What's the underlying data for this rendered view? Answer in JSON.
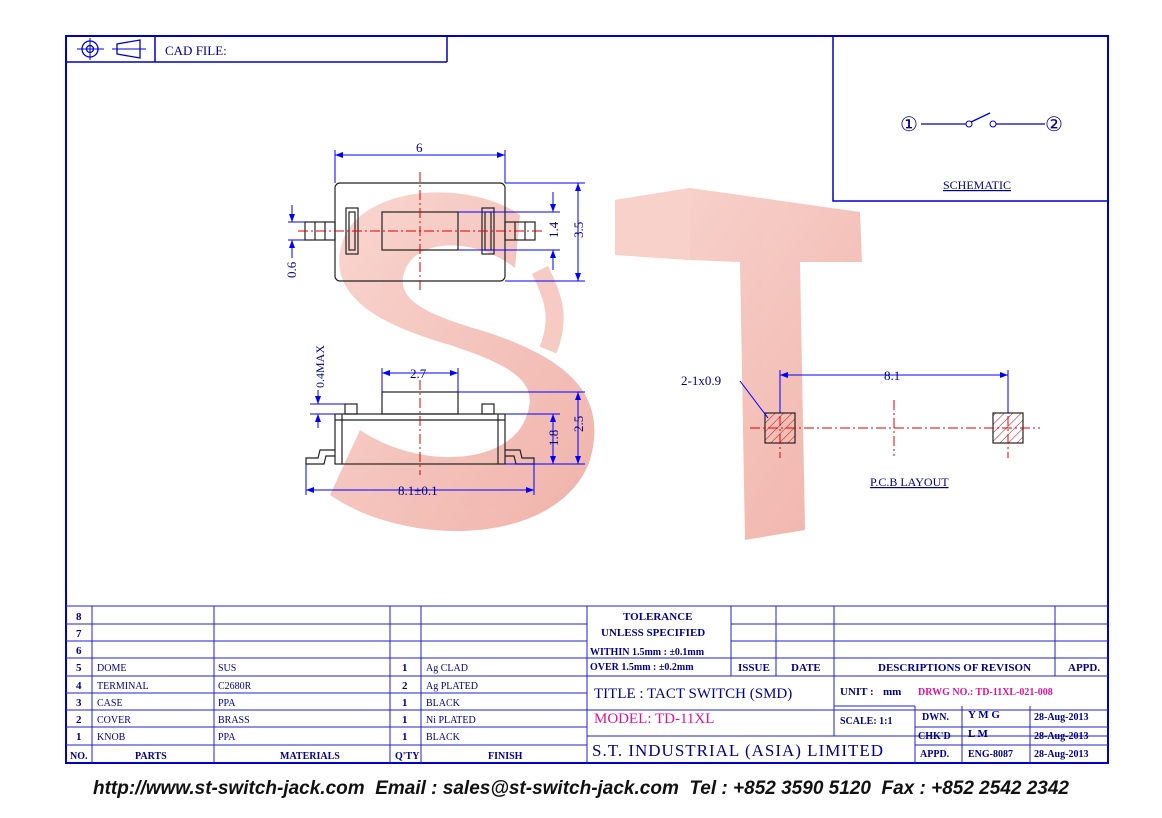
{
  "header": {
    "cad_file_label": "CAD FILE:"
  },
  "schematic": {
    "pin1": "①",
    "pin2": "②",
    "label": "SCHEMATIC"
  },
  "watermark": {
    "text": "S T"
  },
  "top_view": {
    "width_dim": "6",
    "height_dim": "3.5",
    "inner_dim": "1.4",
    "pin_dim": "0.6"
  },
  "side_view": {
    "knob_dim": "2.7",
    "max_dim": "0.4MAX",
    "h1_dim": "1.8",
    "h2_dim": "2.5",
    "length_dim": "8.1±0.1"
  },
  "pcb": {
    "pad_label": "2-1x0.9",
    "pitch_dim": "8.1",
    "label": "P.C.B LAYOUT"
  },
  "bom": {
    "headers": {
      "no": "NO.",
      "parts": "PARTS",
      "materials": "MATERIALS",
      "qty": "Q'TY",
      "finish": "FINISH"
    },
    "rows": [
      {
        "no": "8",
        "part": "",
        "material": "",
        "qty": "",
        "finish": ""
      },
      {
        "no": "7",
        "part": "",
        "material": "",
        "qty": "",
        "finish": ""
      },
      {
        "no": "6",
        "part": "",
        "material": "",
        "qty": "",
        "finish": ""
      },
      {
        "no": "5",
        "part": "DOME",
        "material": "SUS",
        "qty": "1",
        "finish": "Ag CLAD"
      },
      {
        "no": "4",
        "part": "TERMINAL",
        "material": "C2680R",
        "qty": "2",
        "finish": "Ag PLATED"
      },
      {
        "no": "3",
        "part": "CASE",
        "material": "PPA",
        "qty": "1",
        "finish": "BLACK"
      },
      {
        "no": "2",
        "part": "COVER",
        "material": "BRASS",
        "qty": "1",
        "finish": "Ni PLATED"
      },
      {
        "no": "1",
        "part": "KNOB",
        "material": "PPA",
        "qty": "1",
        "finish": "BLACK"
      }
    ]
  },
  "tolerance": {
    "line1": "TOLERANCE",
    "line2": "UNLESS  SPECIFIED",
    "line3": "WITHIN  1.5mm : ±0.1mm",
    "line4": "OVER   1.5mm : ±0.2mm"
  },
  "revision": {
    "issue": "ISSUE",
    "date": "DATE",
    "desc": "DESCRIPTIONS  OF  REVISON",
    "appd": "APPD."
  },
  "title_block": {
    "title": "TITLE : TACT SWITCH (SMD)",
    "model": "MODEL: TD-11XL",
    "company": "S.T. INDUSTRIAL (ASIA) LIMITED",
    "unit_label": "UNIT :",
    "unit_value": "mm",
    "drwg": "DRWG NO.: TD-11XL-021-008",
    "scale": "SCALE:  1:1",
    "dwn_label": "DWN.",
    "dwn_name": "Y M G",
    "dwn_date": "28-Aug-2013",
    "chkd_label": "CHK'D",
    "chkd_name": "L M",
    "chkd_date": "28-Aug-2013",
    "appd_label": "APPD.",
    "appd_name": "ENG-8087",
    "appd_date": "28-Aug-2013"
  },
  "footer": {
    "text": "http://www.st-switch-jack.com  Email : sales@st-switch-jack.com  Tel : +852 3590 5120  Fax : +852 2542 2342"
  },
  "colors": {
    "frame": "#0000cc",
    "dimension": "#0000ff",
    "centerline": "#e00000",
    "watermark": "#f2b8b0",
    "magenta": "#e0129a"
  }
}
